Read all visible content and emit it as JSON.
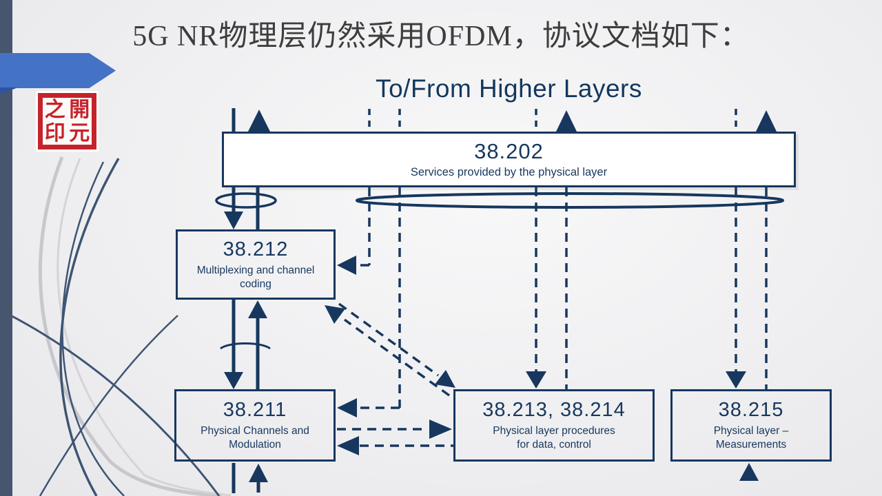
{
  "slide": {
    "title": "5G NR物理层仍然采用OFDM，协议文档如下：",
    "diagram_heading": "To/From Higher Layers"
  },
  "stamp": {
    "name": "開元之印",
    "chars": [
      "之",
      "開",
      "印",
      "元"
    ]
  },
  "boxes": [
    {
      "id": "38.202",
      "title": "38.202",
      "subtitle": "Services provided by the physical layer"
    },
    {
      "id": "38.212",
      "title": "38.212",
      "subtitle": "Multiplexing and channel\ncoding"
    },
    {
      "id": "38.211",
      "title": "38.211",
      "subtitle": "Physical Channels and\nModulation"
    },
    {
      "id": "38.213-38.214",
      "title": "38.213, 38.214",
      "subtitle": "Physical layer procedures\nfor data, control"
    },
    {
      "id": "38.215",
      "title": "38.215",
      "subtitle": "Physical layer –\nMeasurements"
    }
  ],
  "colors": {
    "diagram_navy": "#17375e",
    "accent_blue": "#4472c4",
    "stamp_red": "#c5232b",
    "sidebar_slate": "#46566f",
    "title_gray": "#3d3d3d",
    "box_fill": "#ffffff"
  }
}
